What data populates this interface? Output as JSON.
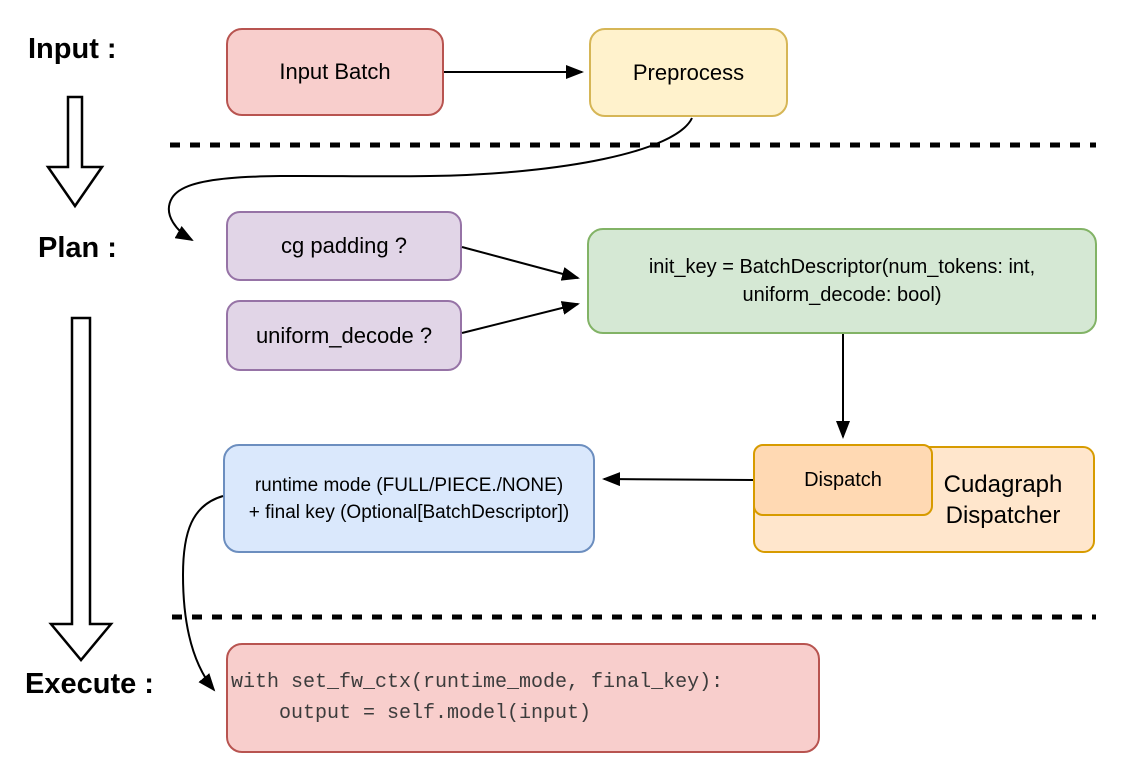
{
  "stage_labels": {
    "input": "Input :",
    "plan": "Plan :",
    "execute": "Execute :"
  },
  "nodes": {
    "input_batch": {
      "label": "Input Batch"
    },
    "preprocess": {
      "label": "Preprocess"
    },
    "cg_padding": {
      "label": "cg padding ?"
    },
    "uniform_decode": {
      "label": "uniform_decode ?"
    },
    "init_key": {
      "line1": "init_key = BatchDescriptor(num_tokens: int,",
      "line2": "uniform_decode: bool)"
    },
    "dispatch": {
      "label": "Dispatch"
    },
    "cudagraph_dispatcher": {
      "label": "Cudagraph Dispatcher"
    },
    "runtime_mode": {
      "line1": "runtime mode (FULL/PIECE./NONE)",
      "line2": "+ final key (Optional[BatchDescriptor])"
    },
    "execute_code": {
      "line1": "with set_fw_ctx(runtime_mode, final_key):",
      "line2": "    output = self.model(input)"
    }
  },
  "colors": {
    "red-fill": "#f8cecc",
    "red-stroke": "#b85450",
    "yellow-fill": "#fff2cc",
    "yellow-stroke": "#d6b656",
    "purple-fill": "#e1d5e7",
    "purple-stroke": "#9673a6",
    "green-fill": "#d5e8d4",
    "green-stroke": "#82b366",
    "orange-fill": "#ffe6cc",
    "orange-inner-fill": "#ffd9b3",
    "orange-stroke": "#d79b00",
    "blue-fill": "#dae8fc",
    "blue-stroke": "#6c8ebf",
    "line-color": "#000000",
    "code-text": "#3c3c3c"
  }
}
